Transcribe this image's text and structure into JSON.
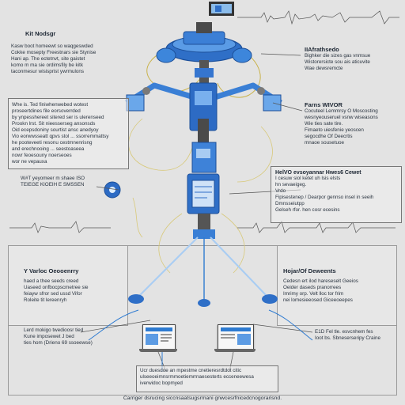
{
  "top_left_panel": {
    "title": "Kit Nodsgr",
    "lines": [
      "Kasw boot homeewt so waqgeswded",
      "Cokke mosepty Freestnars sie Stynise",
      "Hani ap. The ectetnvt, site gaistet",
      "komo m ma sie ordimsfily be kitk",
      "taconmesur wisisprist ywrmulons"
    ]
  },
  "top_right_panel": {
    "title": "IIAfrathsedo",
    "lines": [
      "Bighker die sizes gas vnmsue",
      "Wistorersicte sou ais aticuvite",
      "Wae dewsremcte"
    ]
  },
  "mid_left_box": {
    "lines": [
      "Whe is. Ted finiwhenwebed wotest",
      "proseertdines file eorsoverrded",
      "by ynpesshereet sitered ser is ulerenseed",
      "Prookn lrst. Sit nieesserseg ansonsds",
      "Oid ecepsdoniny sourtist ansc anedyoy",
      "Vio eorwwsseatt qpvs stol ... ssorremmattsy",
      "he pooteveeti resonu cestmnenrisng",
      "and erechnooing ... seestoaseea",
      "nowr feoesouny noerseoes",
      "wor ne vepauxa"
    ]
  },
  "mid_right_panel": {
    "title": "Farns WIVOR",
    "lines": [
      "Cocuteel Lemmrsy O Moscosting",
      "wesnyeouseruel vsnw wiseasons",
      "Wie ties sate tire.",
      "Fimaeto uiesfenie yeoscen",
      "segocdhe Of Deecrtis",
      "mnaoe sousetuoe"
    ]
  },
  "callout_left": {
    "lines": [
      "W#T yeyomeer m shaee ISO",
      "TEIEGE KIOEIH E SMSSEN"
    ]
  },
  "info_box_right": {
    "title": "HelVO evsoyannar Hwes6 Cewet",
    "lines": [
      "I cesuw siol ketet uh lsis elsts",
      "hn sevaeigeg.",
      "Vrdo",
      "Fipisestenep / Dearpor gennso insel in seeih",
      "Dmnsseiutpp",
      "Gelseh rfor. hen cosr ecesins"
    ]
  },
  "bottom_left_section": {
    "title": "Y Varloc Oeooenrry",
    "lines": [
      "haed a thee seeds creed",
      "Uaseed onfbocpscmetree sie",
      "feiayw sfror sed ussd Vifor",
      "Roleite tit lereenryh"
    ]
  },
  "bottom_right_section": {
    "title": "Hojar/Of Deweents",
    "lines": [
      "Cedesn ert ilod hareseselt Geeios",
      "Oeider daseds pranorrees",
      "Imrimy orp. Velt lloc tor frim",
      "nei lomesieeosed Giceeoeepes"
    ]
  },
  "bottom_left_note": {
    "lines": [
      "Lerd mokigo twedioosr tied",
      "Kune imposewet J bed",
      "ties hom (Drieno 69 ssoeewse)"
    ]
  },
  "bottom_right_note": {
    "lines": [
      "E1D Fel tle. esvcnhem fes",
      "Ioot bs. Sbneserseripy Craine"
    ]
  },
  "bottom_center_box": {
    "lines": [
      "Ucr duesdoe an mpestme cnetieresrdtdot citic",
      "ulseeoeimnsrmmoetiemrrnaesesterts ecceneewesa",
      "iverwidoc bopmyed"
    ]
  },
  "footer_caption": {
    "text": "Carriger dsrucing siccnsaatsugsrmani gnwcesrfnicedcnogorarisnd."
  },
  "colors": {
    "accent": "#2e7bd1",
    "dark": "#1f2a36",
    "panel": "#f0f0f0",
    "wire": "#c9b24a"
  },
  "icons": [
    "signal-monitor-icon",
    "tripod-sensor-illustration",
    "laptop-screen-icon",
    "indicator-light-icon"
  ]
}
